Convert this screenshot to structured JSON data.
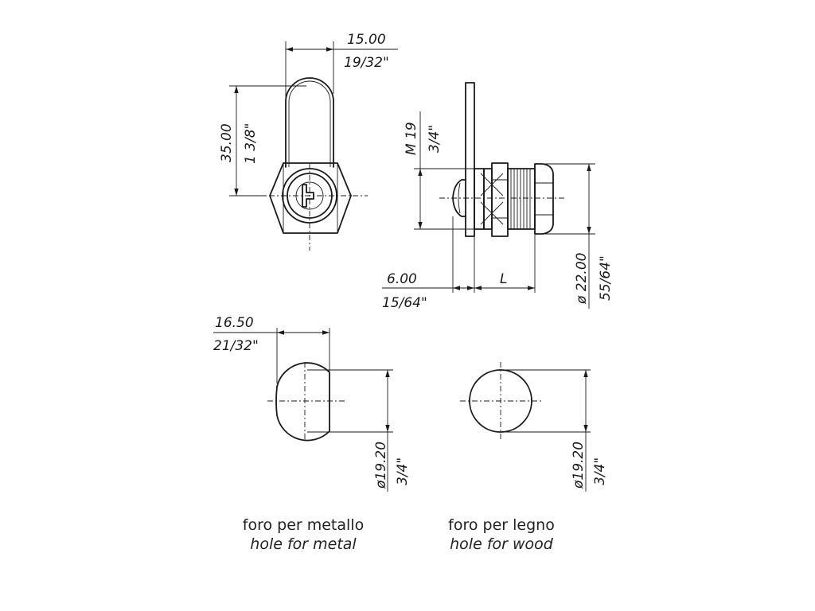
{
  "dimensions": {
    "top_width_mm": "15.00",
    "top_width_in": "19/32\"",
    "height_mm": "35.00",
    "height_in": "1 3/8\"",
    "thread_mm": "M 19",
    "thread_in": "3/4\"",
    "shoulder_mm": "6.00",
    "shoulder_in": "15/64\"",
    "length_label": "L",
    "head_dia_mm": "ø 22.00",
    "head_dia_in": "55/64\"",
    "flat_mm": "16.50",
    "flat_in": "21/32\"",
    "hole_metal_dia_mm": "ø19.20",
    "hole_metal_dia_in": "3/4\"",
    "hole_wood_dia_mm": "ø19.20",
    "hole_wood_dia_in": "3/4\""
  },
  "captions": {
    "metal_it": "foro per metallo",
    "metal_en": "hole for metal",
    "wood_it": "foro per legno",
    "wood_en": "hole for wood"
  }
}
